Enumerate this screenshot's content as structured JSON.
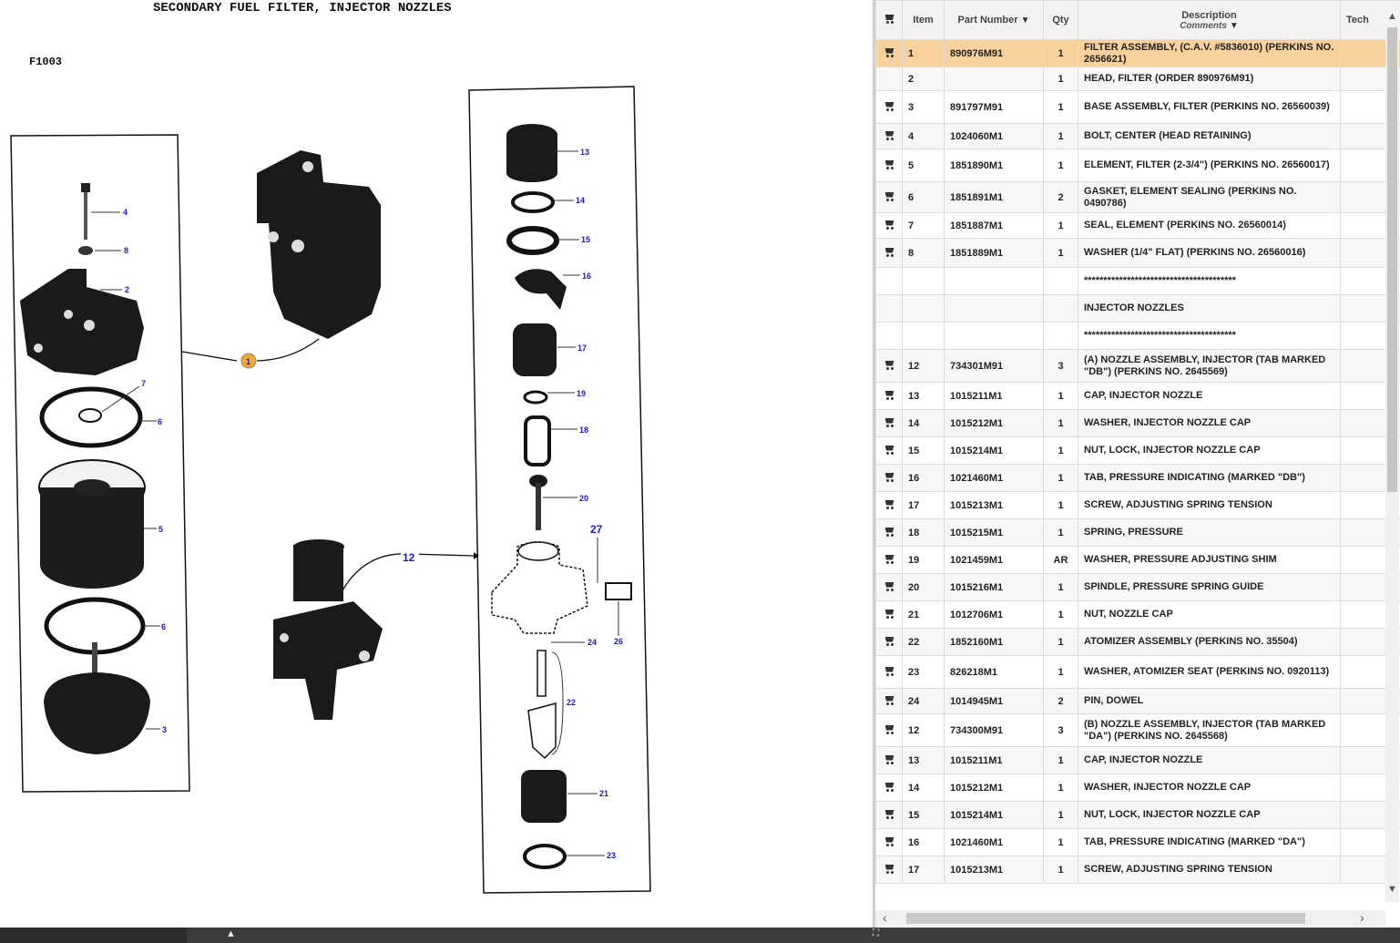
{
  "diagram": {
    "title": "SECONDARY FUEL FILTER, INJECTOR NOZZLES",
    "figure_code": "F1003",
    "callouts_left": [
      "4",
      "8",
      "2",
      "7",
      "6",
      "5",
      "6",
      "3"
    ],
    "callouts_right": [
      "13",
      "14",
      "15",
      "16",
      "17",
      "19",
      "18",
      "20",
      "27",
      "26",
      "24",
      "22",
      "21",
      "23"
    ],
    "group_markers": [
      "1",
      "12"
    ]
  },
  "grid": {
    "columns": {
      "item": "Item",
      "part_number": "Part Number",
      "qty": "Qty",
      "description": "Description",
      "comments": "Comments",
      "tech": "Tech"
    },
    "rows": [
      {
        "cart": true,
        "item": "1",
        "part": "890976M91",
        "qty": "1",
        "desc": "FILTER ASSEMBLY, (C.A.V. #5836010) (PERKINS NO. 2656621)",
        "selected": true
      },
      {
        "cart": false,
        "item": "2",
        "part": "",
        "qty": "1",
        "desc": "HEAD, FILTER (ORDER 890976M91)"
      },
      {
        "cart": true,
        "item": "3",
        "part": "891797M91",
        "qty": "1",
        "desc": "BASE ASSEMBLY, FILTER (PERKINS NO. 26560039)"
      },
      {
        "cart": true,
        "item": "4",
        "part": "1024060M1",
        "qty": "1",
        "desc": "BOLT, CENTER (HEAD RETAINING)"
      },
      {
        "cart": true,
        "item": "5",
        "part": "1851890M1",
        "qty": "1",
        "desc": "ELEMENT, FILTER (2-3/4\") (PERKINS NO. 26560017)"
      },
      {
        "cart": true,
        "item": "6",
        "part": "1851891M1",
        "qty": "2",
        "desc": "GASKET, ELEMENT SEALING (PERKINS NO. 0490786)"
      },
      {
        "cart": true,
        "item": "7",
        "part": "1851887M1",
        "qty": "1",
        "desc": "SEAL, ELEMENT (PERKINS NO. 26560014)"
      },
      {
        "cart": true,
        "item": "8",
        "part": "1851889M1",
        "qty": "1",
        "desc": "WASHER (1/4\" FLAT) (PERKINS NO. 26560016)"
      },
      {
        "cart": false,
        "item": "",
        "part": "",
        "qty": "",
        "desc": "***************************************"
      },
      {
        "cart": false,
        "item": "",
        "part": "",
        "qty": "",
        "desc": "INJECTOR NOZZLES"
      },
      {
        "cart": false,
        "item": "",
        "part": "",
        "qty": "",
        "desc": "***************************************"
      },
      {
        "cart": true,
        "item": "12",
        "part": "734301M91",
        "qty": "3",
        "desc": "(A) NOZZLE ASSEMBLY, INJECTOR (TAB MARKED \"DB\") (PERKINS NO. 2645569)"
      },
      {
        "cart": true,
        "item": "13",
        "part": "1015211M1",
        "qty": "1",
        "desc": "CAP, INJECTOR NOZZLE"
      },
      {
        "cart": true,
        "item": "14",
        "part": "1015212M1",
        "qty": "1",
        "desc": "WASHER, INJECTOR NOZZLE CAP"
      },
      {
        "cart": true,
        "item": "15",
        "part": "1015214M1",
        "qty": "1",
        "desc": "NUT, LOCK, INJECTOR NOZZLE CAP"
      },
      {
        "cart": true,
        "item": "16",
        "part": "1021460M1",
        "qty": "1",
        "desc": "TAB, PRESSURE INDICATING (MARKED \"DB\")"
      },
      {
        "cart": true,
        "item": "17",
        "part": "1015213M1",
        "qty": "1",
        "desc": "SCREW, ADJUSTING SPRING TENSION"
      },
      {
        "cart": true,
        "item": "18",
        "part": "1015215M1",
        "qty": "1",
        "desc": "SPRING, PRESSURE"
      },
      {
        "cart": true,
        "item": "19",
        "part": "1021459M1",
        "qty": "AR",
        "desc": "WASHER, PRESSURE ADJUSTING SHIM"
      },
      {
        "cart": true,
        "item": "20",
        "part": "1015216M1",
        "qty": "1",
        "desc": "SPINDLE, PRESSURE SPRING GUIDE"
      },
      {
        "cart": true,
        "item": "21",
        "part": "1012706M1",
        "qty": "1",
        "desc": "NUT, NOZZLE CAP"
      },
      {
        "cart": true,
        "item": "22",
        "part": "1852160M1",
        "qty": "1",
        "desc": "ATOMIZER ASSEMBLY (PERKINS NO. 35504)"
      },
      {
        "cart": true,
        "item": "23",
        "part": "826218M1",
        "qty": "1",
        "desc": "WASHER, ATOMIZER SEAT (PERKINS NO. 0920113)"
      },
      {
        "cart": true,
        "item": "24",
        "part": "1014945M1",
        "qty": "2",
        "desc": "PIN, DOWEL"
      },
      {
        "cart": true,
        "item": "12",
        "part": "734300M91",
        "qty": "3",
        "desc": "(B) NOZZLE ASSEMBLY, INJECTOR (TAB MARKED \"DA\") (PERKINS NO. 2645568)"
      },
      {
        "cart": true,
        "item": "13",
        "part": "1015211M1",
        "qty": "1",
        "desc": "CAP, INJECTOR NOZZLE"
      },
      {
        "cart": true,
        "item": "14",
        "part": "1015212M1",
        "qty": "1",
        "desc": "WASHER, INJECTOR NOZZLE CAP"
      },
      {
        "cart": true,
        "item": "15",
        "part": "1015214M1",
        "qty": "1",
        "desc": "NUT, LOCK, INJECTOR NOZZLE CAP"
      },
      {
        "cart": true,
        "item": "16",
        "part": "1021460M1",
        "qty": "1",
        "desc": "TAB, PRESSURE INDICATING (MARKED \"DA\")"
      },
      {
        "cart": true,
        "item": "17",
        "part": "1015213M1",
        "qty": "1",
        "desc": "SCREW, ADJUSTING SPRING TENSION"
      }
    ]
  },
  "colors": {
    "selected_row": "#f9d19c",
    "callout_text": "#1a1acc",
    "marker_orange": "#f0a830",
    "statusbar": "#3c3c3c"
  },
  "icons": {
    "row_action": "cart-icon",
    "filter": "filter-icon",
    "scroll_up": "chevron-up-icon",
    "scroll_down": "chevron-down-icon",
    "scroll_left": "chevron-left-icon",
    "scroll_right": "chevron-right-icon"
  }
}
